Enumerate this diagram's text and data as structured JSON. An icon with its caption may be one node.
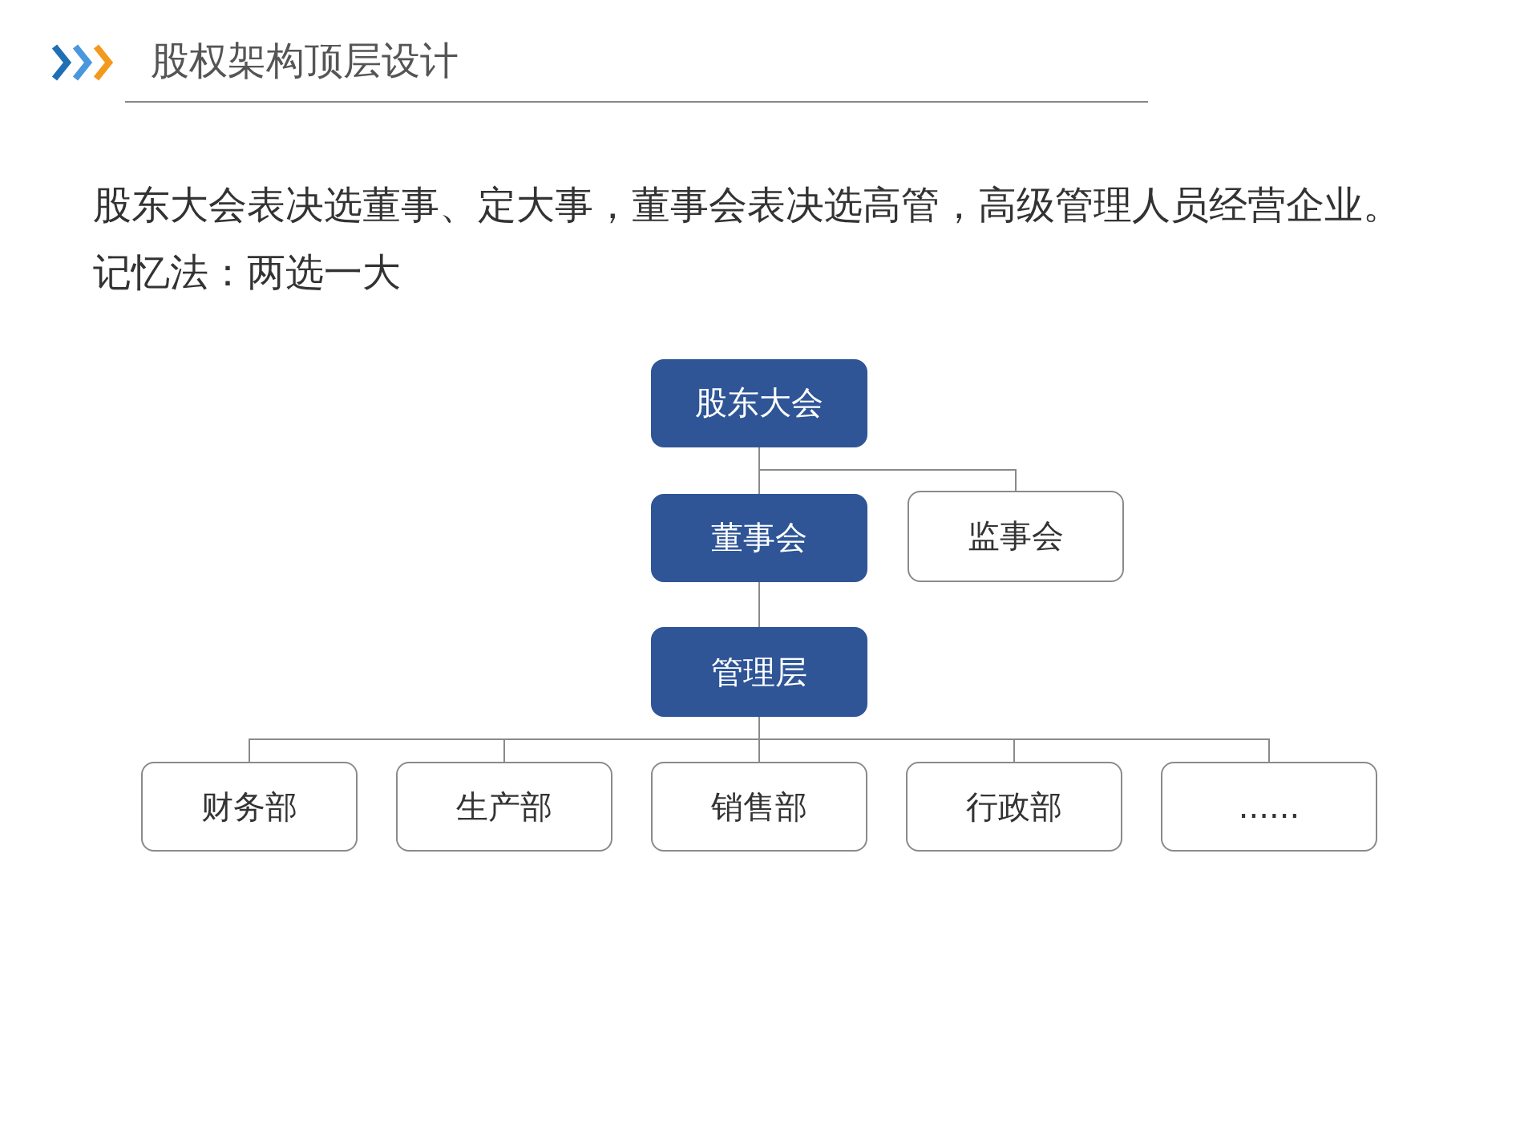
{
  "diagram": {
    "title": "股权架构顶层设计",
    "nodes": [
      {
        "text": [
          "股东大会"
        ]
      },
      {
        "text": [
          "董事会"
        ]
      },
      {
        "text": [
          "监事会"
        ]
      },
      {
        "text": [
          "管理层"
        ]
      },
      {
        "text": [
          "财务部"
        ]
      },
      {
        "text": [
          "生产部"
        ]
      },
      {
        "text": [
          "销售部"
        ]
      },
      {
        "text": [
          "行政部"
        ]
      },
      {
        "text": [
          "......"
        ]
      }
    ],
    "edges": [
      {
        "from": 0,
        "to": 1,
        "arrow": "none"
      },
      {
        "from": 0,
        "to": 2,
        "arrow": "none"
      },
      {
        "from": 1,
        "to": 3,
        "arrow": "none"
      },
      {
        "from": 3,
        "to": 4,
        "arrow": "none"
      },
      {
        "from": 3,
        "to": 5,
        "arrow": "none"
      },
      {
        "from": 3,
        "to": 6,
        "arrow": "none"
      },
      {
        "from": 3,
        "to": 7,
        "arrow": "none"
      },
      {
        "from": 3,
        "to": 8,
        "arrow": "none"
      }
    ],
    "labels": [
      "股东大会表决选董事、定大事，董事会表决选高管，高级管理人员经营企业。",
      "记忆法：两选一大"
    ]
  }
}
